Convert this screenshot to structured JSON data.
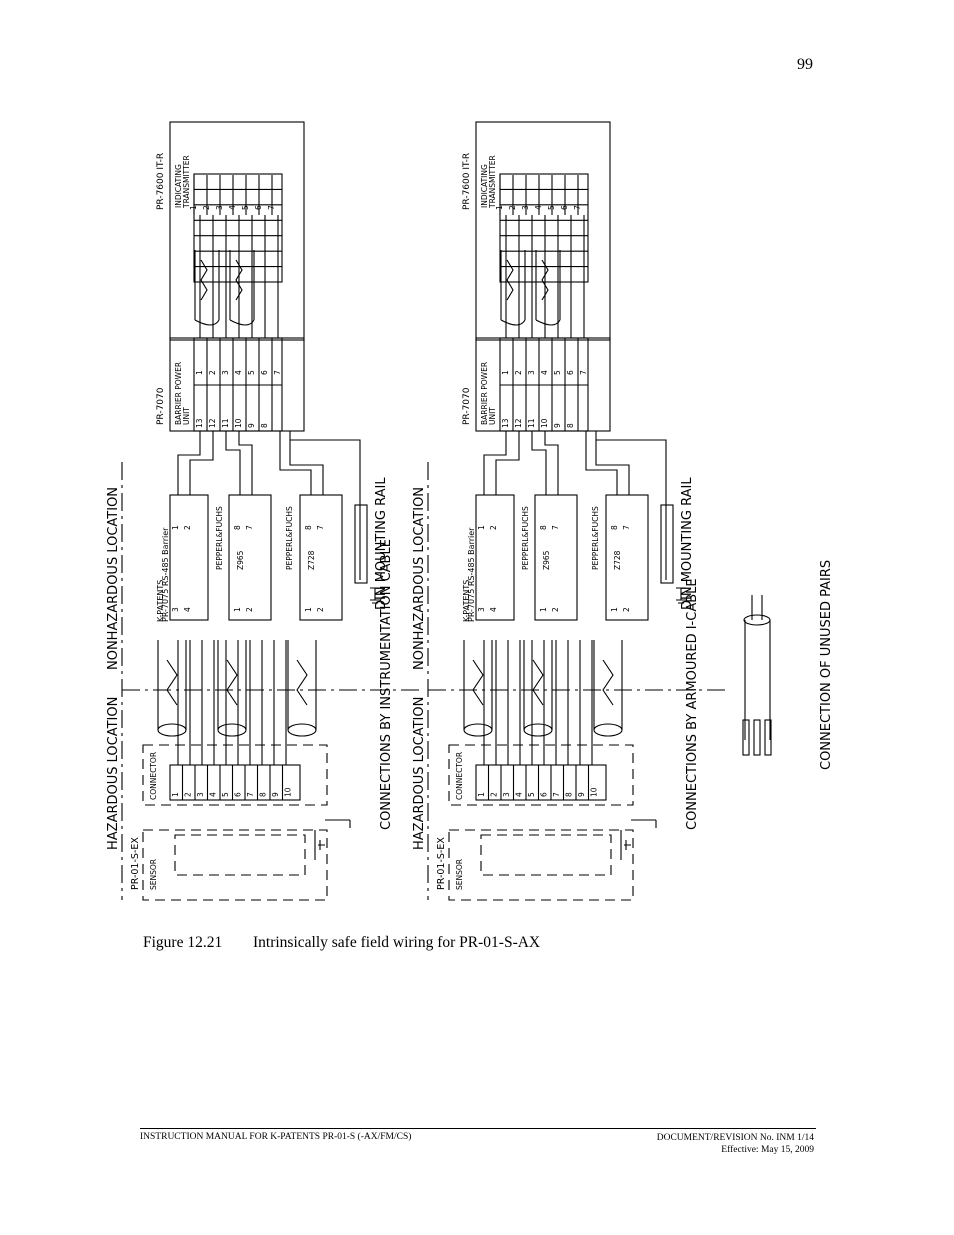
{
  "page_number": "99",
  "figure": {
    "number": "Figure 12.21",
    "title": "Intrinsically safe field wiring for PR-01-S-AX"
  },
  "diagram_labels": {
    "hazardous": "HAZARDOUS LOCATION",
    "nonhazardous": "NONHAZARDOUS LOCATION",
    "sensor_model": "PR-01-S-EX",
    "sensor": "SENSOR",
    "connector": "CONNECTOR",
    "kpatents": "K-PATENTS",
    "barrier_model": "PR-7075  RS-485 Barrier",
    "pepperl": "PEPPERL&FUCHS",
    "z965": "Z965",
    "z728": "Z728",
    "power_model": "PR-7070",
    "power_barrier": "BARRIER  POWER",
    "power_unit": "UNIT",
    "transmitter_model": "PR-7600 IT-R",
    "transmitter_1": "INDICATING",
    "transmitter_2": "TRANSMITTER",
    "din_rail": "DIN  MOUNTING  RAIL",
    "unused_pairs": "CONNECTION  OF  UNUSED  PAIRS"
  },
  "diagrams": [
    {
      "caption": "CONNECTIONS  BY  INSTRUMENTATION  CABLE"
    },
    {
      "caption": "CONNECTIONS  BY  ARMOURED  I-CABLE"
    }
  ],
  "terminals": {
    "connector": [
      "1",
      "2",
      "3",
      "4",
      "5",
      "6",
      "7",
      "8",
      "9",
      "10"
    ],
    "barrier_inputs": [
      "3",
      "4"
    ],
    "barrier_outputs": [
      "1",
      "2"
    ],
    "z_inputs": [
      "1",
      "2"
    ],
    "z_outputs": [
      "8",
      "7"
    ],
    "power_left": [
      "13",
      "12",
      "11",
      "10",
      "9",
      "8"
    ],
    "power_right": [
      "1",
      "2",
      "3",
      "4",
      "5",
      "6",
      "7"
    ],
    "transmitter": [
      "1",
      "2",
      "3",
      "4",
      "5",
      "6",
      "7"
    ]
  },
  "footer": {
    "left": "INSTRUCTION MANUAL FOR K-PATENTS PR-01-S (-AX/FM/CS)",
    "right_1": "DOCUMENT/REVISION No. INM 1/14",
    "right_2": "Effective: May 15, 2009"
  }
}
